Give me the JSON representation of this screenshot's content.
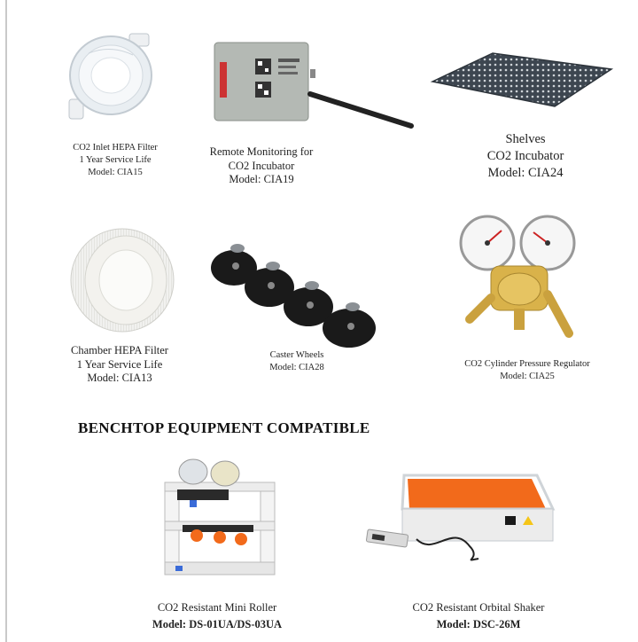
{
  "products": [
    {
      "name": "CO2 Inlet HEPA Filter",
      "life": "1 Year Service Life",
      "model": "Model: CIA15"
    },
    {
      "name1": "Remote Monitoring for",
      "name2": "CO2 Incubator",
      "model": "Model: CIA19"
    },
    {
      "name1": "Shelves",
      "name2": "CO2 Incubator",
      "model": "Model: CIA24"
    },
    {
      "name": "Chamber HEPA Filter",
      "life": "1 Year Service Life",
      "model": "Model: CIA13"
    },
    {
      "name": "Caster Wheels",
      "model": "Model: CIA28"
    },
    {
      "name": "CO2 Cylinder Pressure Regulator",
      "model": "Model: CIA25"
    }
  ],
  "section_title": "BENCHTOP EQUIPMENT COMPATIBLE",
  "benchtop": [
    {
      "name": "CO2 Resistant Mini Roller",
      "model": "Model: DS-01UA/DS-03UA"
    },
    {
      "name": "CO2 Resistant Orbital Shaker",
      "model": "Model: DSC-26M"
    }
  ],
  "device_label": "Remote Monitoring for CO2 Incubator",
  "colors": {
    "accent_orange": "#f26a1b",
    "brass": "#d9b24a",
    "rule": "#c9c9c9"
  }
}
